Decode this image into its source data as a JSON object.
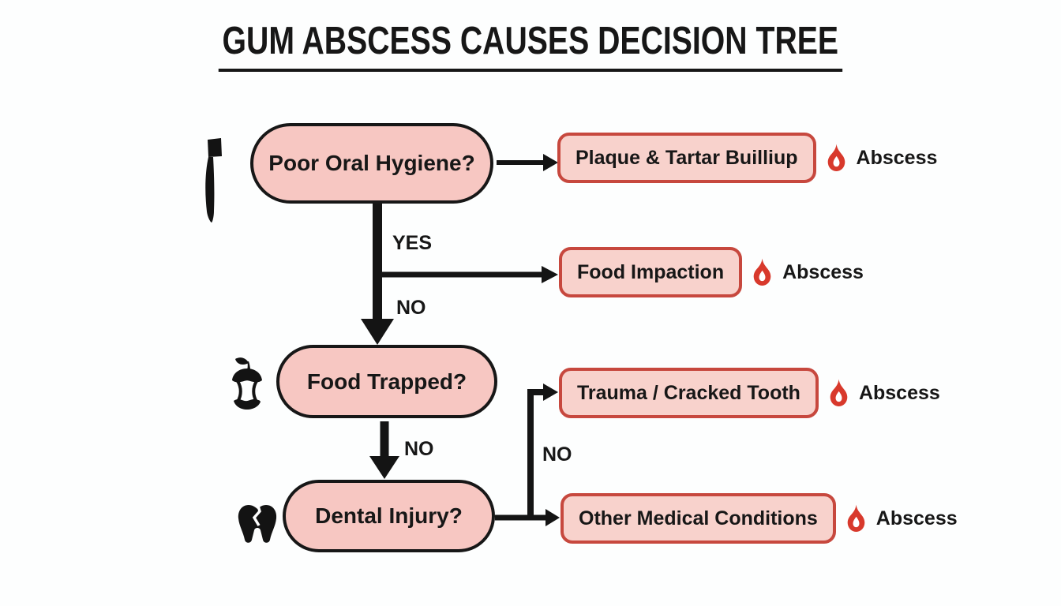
{
  "title": {
    "text": "GUM ABSCESS CAUSES DECISION TREE"
  },
  "colors": {
    "bg": "#fdfefe",
    "text": "#171717",
    "node_fill": "#f7c7c2",
    "node_border": "#171717",
    "box_fill": "#f8d2cc",
    "box_border": "#c7483e",
    "flame_red": "#d8392c",
    "line": "#141414"
  },
  "flow": {
    "decisions": [
      {
        "label": "Poor Oral Hygiene?",
        "icon": "toothbrush-icon"
      },
      {
        "label": "Food Trapped?",
        "icon": "apple-core-icon"
      },
      {
        "label": "Dental Injury?",
        "icon": "cracked-tooth-icon"
      }
    ],
    "outcomes": [
      {
        "label": "Plaque & Tartar Builliup",
        "icon": "flame-icon",
        "result": "Abscess"
      },
      {
        "label": "Food Impaction",
        "icon": "flame-icon",
        "result": "Abscess"
      },
      {
        "label": "Trauma / Cracked Tooth",
        "icon": "flame-icon",
        "result": "Abscess"
      },
      {
        "label": "Other Medical Conditions",
        "icon": "flame-icon",
        "result": "Abscess"
      }
    ],
    "branches": {
      "yes": "YES",
      "no1": "NO",
      "no2": "NO",
      "no3": "NO"
    }
  }
}
